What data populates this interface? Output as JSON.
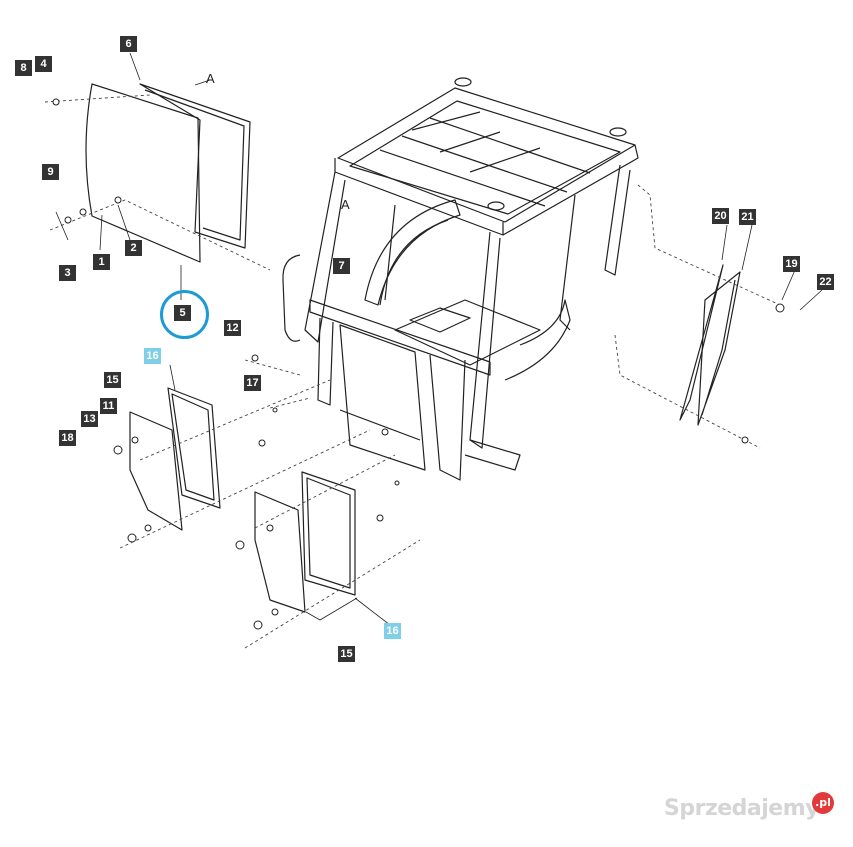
{
  "diagram": {
    "callouts": [
      "8",
      "4",
      "6",
      "9",
      "1",
      "2",
      "3",
      "7",
      "5",
      "12",
      "17",
      "16",
      "15",
      "11",
      "13",
      "18",
      "16",
      "15",
      "20",
      "21",
      "19",
      "22"
    ],
    "highlighted": "16",
    "circled": "5",
    "reference_labels": [
      "A",
      "A"
    ]
  },
  "watermark": {
    "text": "Sprzedajemy",
    "badge": ".pl"
  },
  "colors": {
    "callout_bg": "#333333",
    "highlight_bg": "#7fd0e6",
    "circle": "#1e9ad6"
  }
}
